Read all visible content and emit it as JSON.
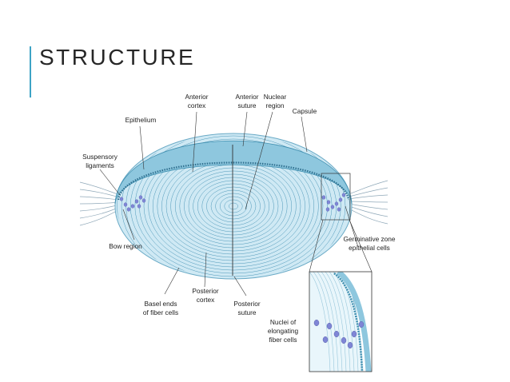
{
  "slide": {
    "title": "STRUCTURE"
  },
  "labels": {
    "anterior_cortex": [
      "Anterior",
      "cortex"
    ],
    "anterior_suture": [
      "Anterior",
      "suture"
    ],
    "nuclear_region": [
      "Nuclear",
      "region"
    ],
    "capsule": [
      "Capsule"
    ],
    "epithelium": [
      "Epithelium"
    ],
    "suspensory_ligaments": [
      "Suspensory",
      "ligaments"
    ],
    "bow_region": [
      "Bow region"
    ],
    "germinative_zone": [
      "Germinative zone",
      "epithelial cells"
    ],
    "posterior_cortex": [
      "Posterior",
      "cortex"
    ],
    "basal_ends": [
      "Basel ends",
      "of fiber cells"
    ],
    "posterior_suture": [
      "Posterior",
      "suture"
    ],
    "nuclei": [
      "Nuclei of",
      "elongating",
      "fiber cells"
    ]
  },
  "colors": {
    "accent": "#3da3c5",
    "lens_fill": "#cfe9f4",
    "capsule": "#8ec7de",
    "fiber_line": "#3f8fb0",
    "nuclei": "#7f86d6"
  }
}
